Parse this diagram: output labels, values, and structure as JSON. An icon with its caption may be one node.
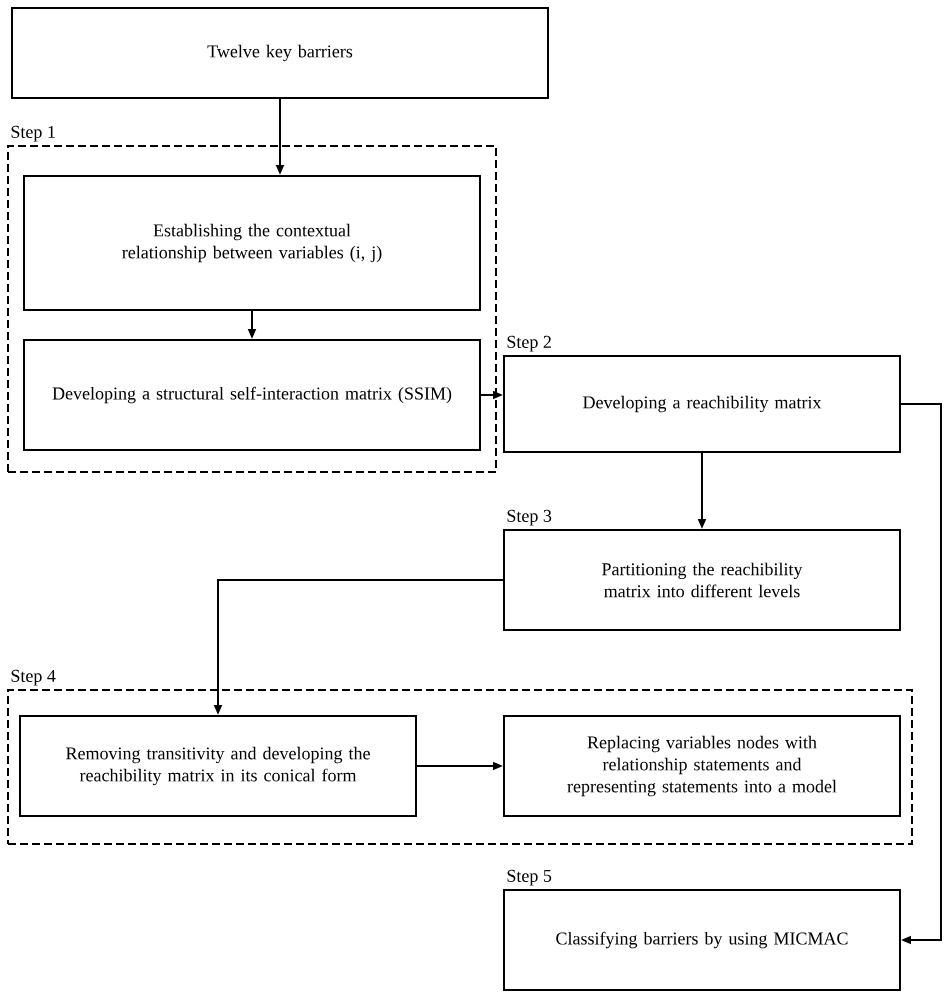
{
  "diagram": {
    "nodes": [
      {
        "text": [
          "Twelve key barriers"
        ]
      },
      {
        "text": [
          "Step 1"
        ]
      },
      {
        "text": [
          "Establishing the contextual relationship between variables (i, j)"
        ],
        "in": 1
      },
      {
        "text": [
          "Developing a structural self-interaction matrix (SSIM)"
        ],
        "in": 1
      },
      {
        "text": [
          "Step 2",
          "Developing a reachibility matrix"
        ]
      },
      {
        "text": [
          "Step 3",
          "Partitioning the reachibility matrix into different levels"
        ]
      },
      {
        "text": [
          "Step 4"
        ]
      },
      {
        "text": [
          "Removing transitivity and developing the reachibility matrix in its conical form"
        ],
        "in": 6
      },
      {
        "text": [
          "Replacing variables nodes with relationship statements and representing statements into a model"
        ],
        "in": 6
      },
      {
        "text": [
          "Step 5",
          "Classifying barriers by using MICMAC"
        ]
      }
    ],
    "edges": [
      {
        "from": 0,
        "to": 2,
        "arrow": "to"
      },
      {
        "from": 2,
        "to": 3,
        "arrow": "to"
      },
      {
        "from": 3,
        "to": 4,
        "arrow": "to"
      },
      {
        "from": 4,
        "to": 5,
        "arrow": "to"
      },
      {
        "from": 5,
        "to": 7,
        "arrow": "to"
      },
      {
        "from": 7,
        "to": 8,
        "arrow": "to"
      },
      {
        "from": 4,
        "to": 9,
        "arrow": "to"
      }
    ]
  }
}
